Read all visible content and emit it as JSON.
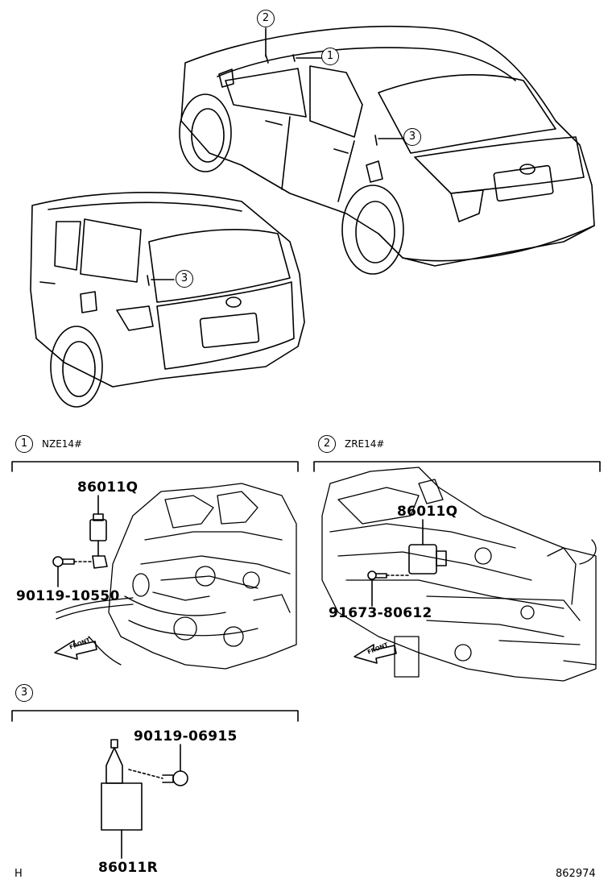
{
  "callouts": {
    "c1_top": "1",
    "c2_top": "2",
    "c3_sedan": "3",
    "c3_wagon": "3",
    "c1_section": "1",
    "c2_section": "2",
    "c3_section": "3"
  },
  "sections": {
    "s1": {
      "title": "NZE14#",
      "parts": {
        "p1": "86011Q",
        "p2": "90119-10550"
      },
      "front": "FRONT"
    },
    "s2": {
      "title": "ZRE14#",
      "parts": {
        "p1": "86011Q",
        "p2": "91673-80612"
      },
      "front": "FRONT"
    },
    "s3": {
      "title": "",
      "parts": {
        "p1": "90119-06915",
        "p2": "86011R"
      }
    }
  },
  "footer": {
    "left_code": "H",
    "drawing_number": "862974"
  }
}
